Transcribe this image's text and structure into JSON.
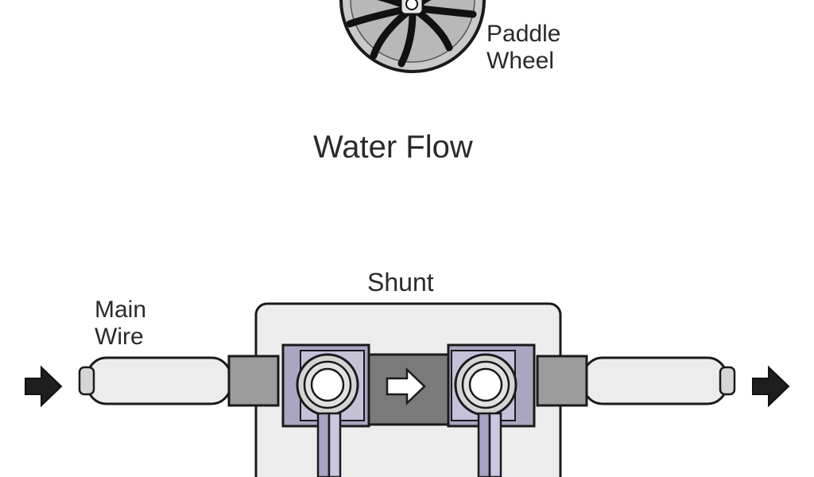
{
  "labels": {
    "paddle_wheel_line1": "Paddle",
    "paddle_wheel_line2": "Wheel",
    "water_flow": "Water Flow",
    "shunt": "Shunt",
    "main_wire_line1": "Main",
    "main_wire_line2": "Wire"
  },
  "colors": {
    "outline": "#1a1a1a",
    "wheel_fill": "#c8c8c8",
    "wire_fill": "#ececec",
    "bracket_fill": "#a9a6c2",
    "shunt_bar": "#7a7a7a",
    "lead_fill": "#a6a3c4"
  }
}
